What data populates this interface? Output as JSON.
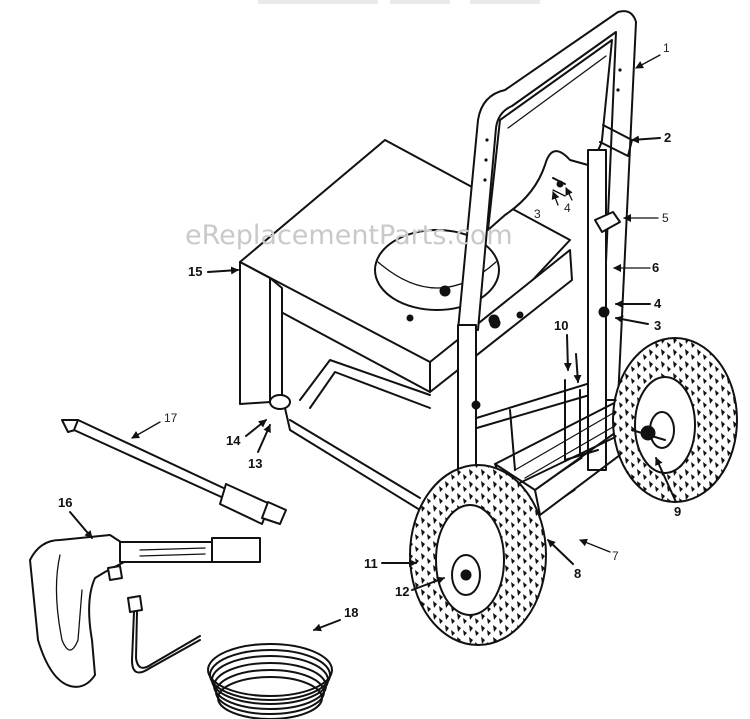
{
  "watermark": "eReplacementParts.com",
  "callouts": {
    "c1": "1",
    "c2": "2",
    "c3a": "3",
    "c3b": "3",
    "c4a": "4",
    "c4b": "4",
    "c5": "5",
    "c6": "6",
    "c7": "7",
    "c8": "8",
    "c9": "9",
    "c10": "10",
    "c11": "11",
    "c12": "12",
    "c13": "13",
    "c14": "14",
    "c15": "15",
    "c16": "16",
    "c17": "17",
    "c18": "18"
  }
}
